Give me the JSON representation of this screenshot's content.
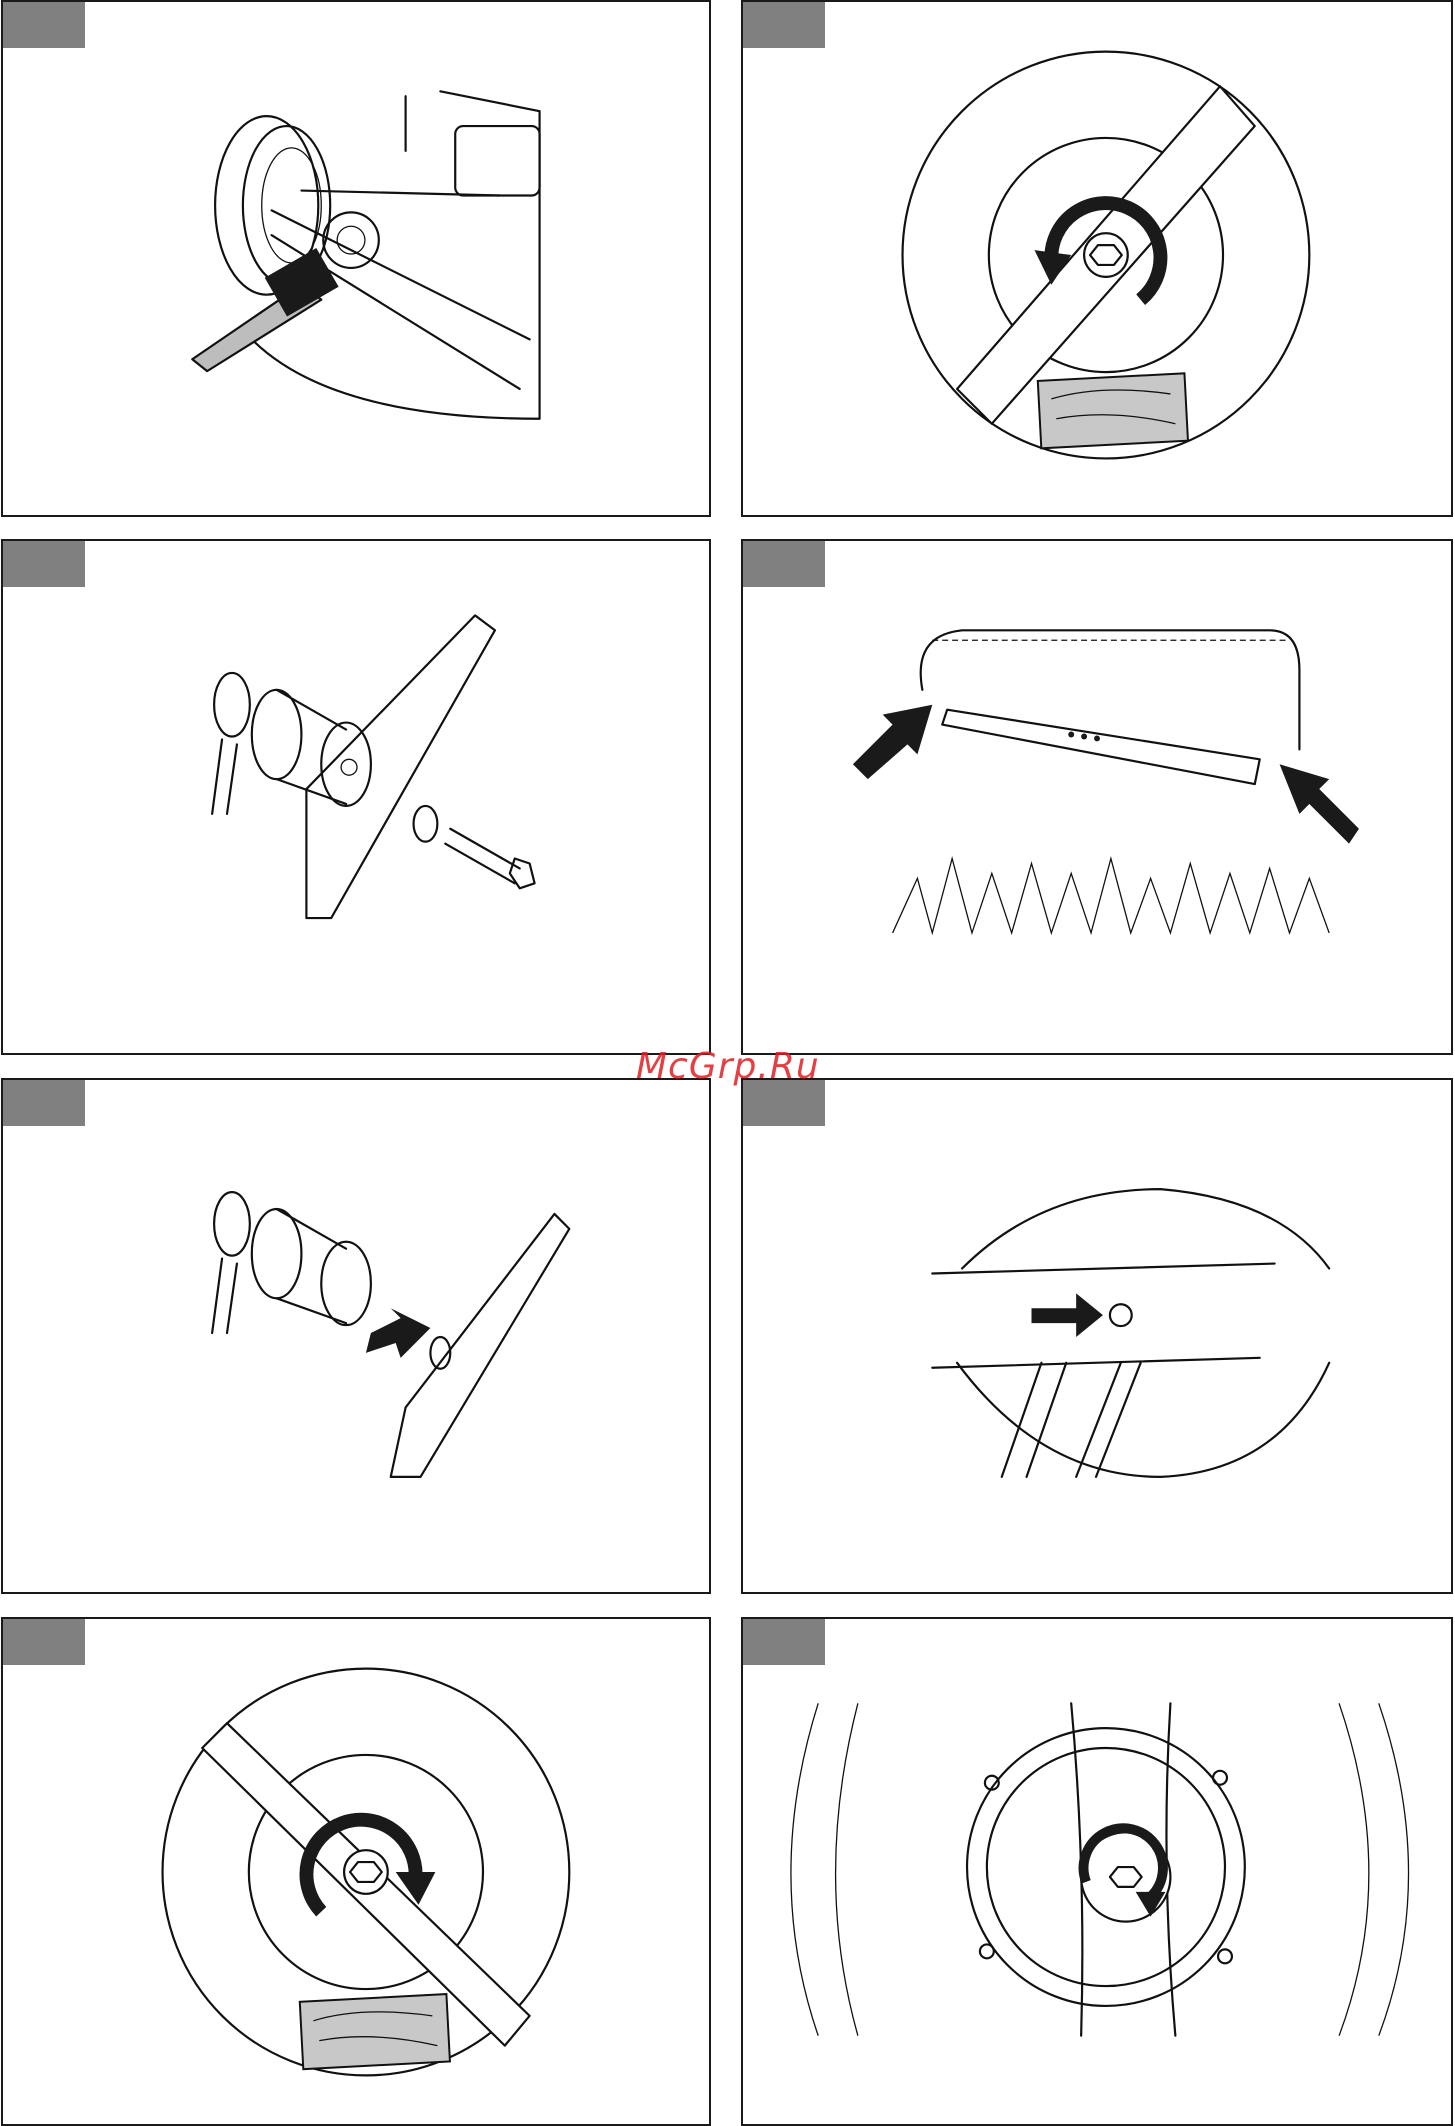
{
  "watermark": {
    "text": "McGrp.Ru",
    "color": "#e11d23"
  },
  "panels": [
    {
      "id": "p1",
      "subject": "brush-cleaning-wheel-icon"
    },
    {
      "id": "p2",
      "subject": "blade-loosen-counterclockwise-icon"
    },
    {
      "id": "p3",
      "subject": "blade-bolt-exploded-icon"
    },
    {
      "id": "p4",
      "subject": "blade-orientation-icon"
    },
    {
      "id": "p5",
      "subject": "blade-mount-icon"
    },
    {
      "id": "p6",
      "subject": "blade-hole-alignment-icon"
    },
    {
      "id": "p7",
      "subject": "blade-tighten-clockwise-icon"
    },
    {
      "id": "p8",
      "subject": "blade-torque-hub-icon"
    }
  ],
  "colors": {
    "tag": "#808080",
    "border": "#1a1a1a",
    "wood": "#c8c8c8"
  }
}
